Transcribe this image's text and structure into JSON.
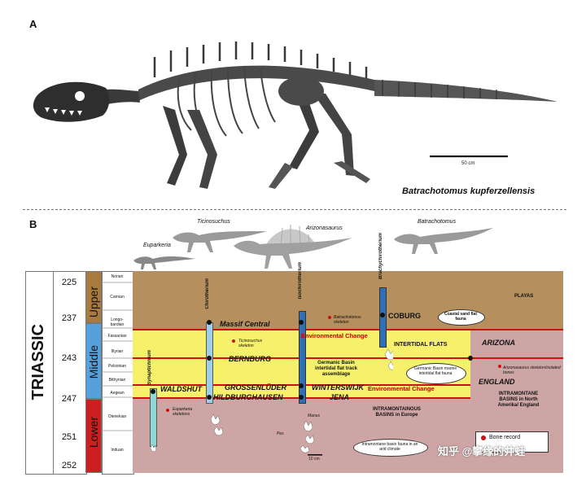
{
  "panel_a": {
    "label": "A",
    "species": "Batrachotomus kupferzellensis",
    "scale": "50 cm"
  },
  "panel_b": {
    "label": "B"
  },
  "era": "TRIASSIC",
  "ages": [
    "225",
    "237",
    "243",
    "247",
    "251",
    "252"
  ],
  "epochs": {
    "upper": "Upper",
    "middle": "Middle",
    "lower": "Lower"
  },
  "stages": {
    "norian": "Norian",
    "carnian": "Carnian",
    "longobardian": "Longo-bardian",
    "fassanian": "Fassanian",
    "illyrian": "Illyrian",
    "pelsonian": "Pelsonian",
    "bithynian": "Bithynian",
    "aegean": "Aegean",
    "olenekian": "Olenekian",
    "induan": "Induan"
  },
  "taxa": {
    "euparkeria": "Euparkeria",
    "ticinosuchus": "Ticinosuchus",
    "arizonasaurus": "Arizonasaurus",
    "batrachotomus": "Batrachotomus"
  },
  "ichnotaxa": {
    "synaptichnium": "Synaptichnium",
    "chirotherium": "Chirotherium",
    "isochirotherium": "Isochirotherium",
    "brachychirotherium": "Brachychirotherium"
  },
  "localities": {
    "massif_central": "Massif Central",
    "coburg": "COBURG",
    "bernburg": "BERNBURG",
    "waldshut": "WALDSHUT",
    "grossenlueder": "GROSSENLÜDER",
    "winterswijk": "WINTERSWIJK",
    "hildburghausen": "HILDBURGHAUSEN",
    "jena": "JENA",
    "arizona": "ARIZONA",
    "england": "ENGLAND"
  },
  "labels": {
    "playas": "PLAYAS",
    "coastal": "Coastal sand flat fauna",
    "intertidal": "INTERTIDAL FLATS",
    "env1": "Environmental Change",
    "env2": "Environmental Change",
    "germanic_track": "Germanic Basin intertidal flat track assemblage",
    "germanic_marine": "Germanic Basin marine intertidal flat fauna",
    "intramont_eu": "INTRAMONTAINOUS BASINS in Europe",
    "intramont_na": "INTRAMONTANE BASINS in North Amerika/ England",
    "intramont_fauna": "Intramontane basin fauna in an arid climate",
    "batr_skel": "Batrachotomus skeleton",
    "ticino_skel": "Ticinosuchus skeleton",
    "eupark_skel": "Euparkeria skeletons",
    "arizona_skel": "Arizonasaurus skeleton/isolated bones",
    "manus": "Manus",
    "pes": "Pes",
    "scale10": "10 cm",
    "bone_record": "Bone record"
  },
  "watermark": "知乎 @攀缘的井蛙",
  "colors": {
    "upper": "#a87a3f",
    "middle": "#56a0dc",
    "lower": "#cc1f1f",
    "playas": "#b58f5e",
    "flats": "#f7f06a",
    "basin": "#cea5a5",
    "red_line": "#d01010",
    "light_blue": "#9ccfe8",
    "blue_bar": "#2f6fb8",
    "teal_bar": "#8fd8d8"
  }
}
